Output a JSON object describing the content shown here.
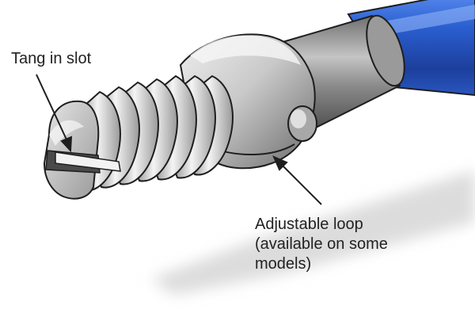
{
  "labels": {
    "tang": "Tang in slot",
    "adjustable": [
      "Adjustable loop",
      "(available on some",
      "models)"
    ]
  },
  "colors": {
    "handle_blue": "#2a5fd0",
    "metal_light": "#e4e4e4",
    "metal_dark": "#6e6e6e",
    "outline": "#1e1e1e",
    "shadow": "#cfcfcf"
  }
}
